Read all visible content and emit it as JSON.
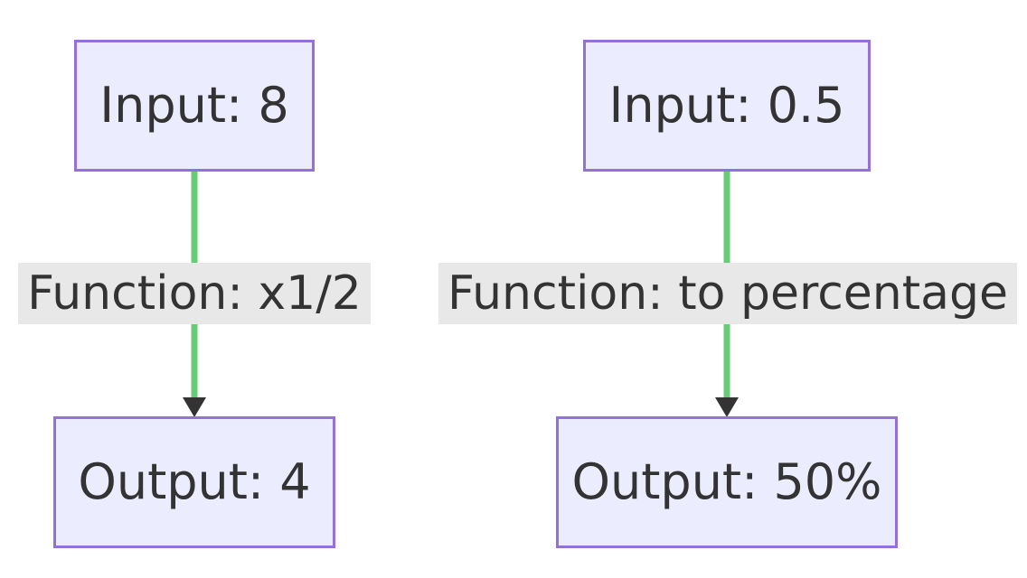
{
  "colors": {
    "node_fill": "#ececff",
    "node_border": "#9370db",
    "edge_line": "#66cc77",
    "arrowhead": "#333333",
    "label_bg": "#e8e8e8",
    "text": "#333333"
  },
  "flows": [
    {
      "input": {
        "label": "Input: 8"
      },
      "function": {
        "label": "Function: x1/2"
      },
      "output": {
        "label": "Output: 4"
      }
    },
    {
      "input": {
        "label": "Input: 0.5"
      },
      "function": {
        "label": "Function: to percentage"
      },
      "output": {
        "label": "Output: 50%"
      }
    }
  ]
}
